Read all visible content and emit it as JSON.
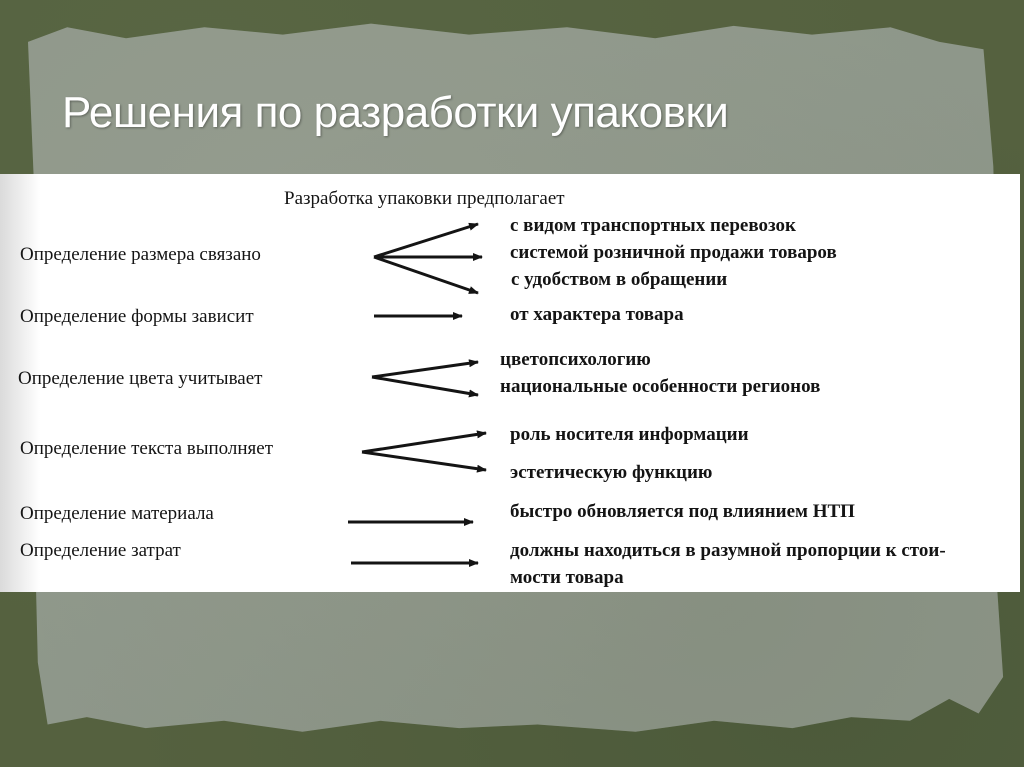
{
  "slide": {
    "title": "Решения по разработки упаковки",
    "colors": {
      "frame": "#55613f",
      "paper": "#8e978a",
      "title_text": "#ffffff",
      "scan_background": "#ffffff",
      "diagram_ink": "#141414"
    }
  },
  "diagram": {
    "header": "Разработка упаковки предполагает",
    "rows": [
      {
        "label": "Определение размера связано",
        "arrow_type": "fan-3",
        "targets": [
          "с видом транспортных перевозок",
          "системой розничной продажи товаров",
          "с удобством в обращении"
        ]
      },
      {
        "label": "Определение формы зависит",
        "arrow_type": "single",
        "targets": [
          "от характера товара"
        ]
      },
      {
        "label": "Определение цвета учитывает",
        "arrow_type": "fan-2",
        "targets": [
          "цветопсихологию",
          "национальные особенности регионов"
        ]
      },
      {
        "label": "Определение текста выполняет",
        "arrow_type": "fan-2",
        "targets": [
          "роль носителя информации",
          "эстетическую функцию"
        ]
      },
      {
        "label": "Определение материала",
        "arrow_type": "single",
        "targets": [
          "быстро обновляется под влиянием НТП"
        ]
      },
      {
        "label": "Определение затрат",
        "arrow_type": "single",
        "targets": [
          "должны находиться в разумной пропорции к стои-",
          "мости товара"
        ]
      }
    ]
  }
}
